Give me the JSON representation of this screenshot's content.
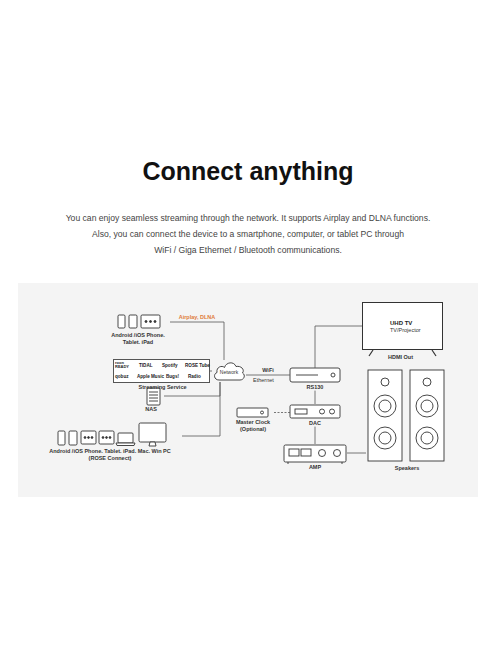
{
  "diagram": {
    "title": "Connect anything",
    "nodes": [
      {
        "text": [
          "Android /iOS Phone. Tablet. iPad"
        ]
      },
      {
        "text": [
          "Streaming Service"
        ]
      },
      {
        "text": [
          "NAS"
        ]
      },
      {
        "text": [
          "Android /iOS Phone. Tablet. iPad. Mac. Win PC",
          "(ROSE Connect)"
        ]
      },
      {
        "text": [
          "Network"
        ]
      },
      {
        "text": [
          "UHD TV",
          "TV/Projector"
        ]
      },
      {
        "text": [
          "RS130"
        ]
      },
      {
        "text": [
          "Master Clock (Optional)"
        ]
      },
      {
        "text": [
          "DAC"
        ]
      },
      {
        "text": [
          "AMP"
        ]
      },
      {
        "text": [
          "Speakers"
        ]
      }
    ],
    "edges": [
      {
        "from": 0,
        "to": 4,
        "label": "Airplay, DLNA",
        "arrow": "none"
      },
      {
        "from": 1,
        "to": 4,
        "arrow": "none"
      },
      {
        "from": 2,
        "to": 4,
        "arrow": "none"
      },
      {
        "from": 3,
        "to": 4,
        "arrow": "none"
      },
      {
        "from": 4,
        "to": 6,
        "label": "WiFi",
        "arrow": "none"
      },
      {
        "from": 6,
        "to": 5,
        "arrow": "none"
      },
      {
        "from": 6,
        "to": 8,
        "arrow": "none"
      },
      {
        "from": 7,
        "to": 8,
        "arrow": "none"
      },
      {
        "from": 8,
        "to": 9,
        "arrow": "none"
      },
      {
        "from": 9,
        "to": 10,
        "arrow": "none"
      }
    ],
    "labels": [
      "You can enjoy seamless streaming through the network. It supports Airplay and DLNA functions.",
      "Also, you can connect the device to a smartphone, computer, or tablet PC through",
      "WiFi / Giga Ethernet / Bluetooth communications.",
      "roon READY",
      "TIDAL",
      "Spotify",
      "ROSE Tube",
      "qobuz",
      "Apple Music",
      "Bugs!",
      "Radio",
      "Ethernet",
      "HDMI Out"
    ]
  }
}
